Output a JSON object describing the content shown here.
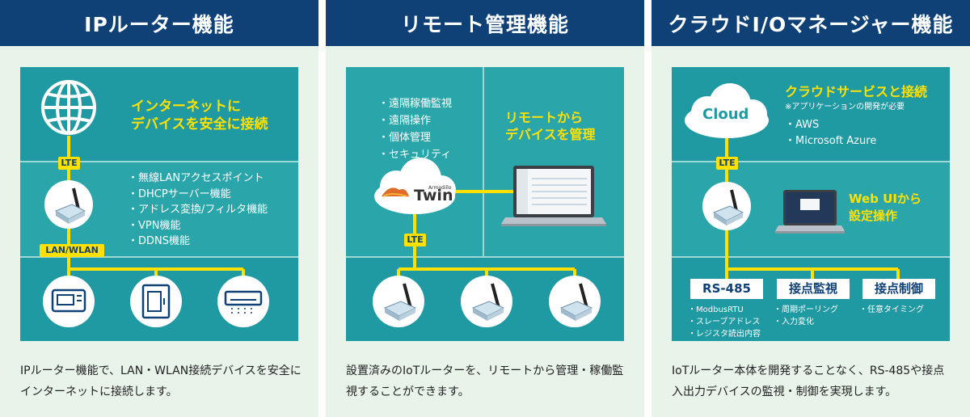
{
  "colors": {
    "header_bg": "#0f4176",
    "panel_bg": "#e8f3ea",
    "teal_dark": "#1f99a2",
    "teal_mid": "#2aa3a9",
    "accent_yellow": "#ffe100",
    "line_yellow": "#ffe100"
  },
  "panel1": {
    "title": "IPルーター機能",
    "heading_line1": "インターネットに",
    "heading_line2": "デバイスを安全に接続",
    "tag_lte": "LTE",
    "tag_lan": "LAN/WLAN",
    "features": [
      "・無線LANアクセスポイント",
      "・DHCPサーバー機能",
      "・アドレス変換/フィルタ機能",
      "・VPN機能",
      "・DDNS機能"
    ],
    "icons": [
      "globe-icon",
      "router-icon",
      "meter-device-icon",
      "cabinet-device-icon",
      "air-conditioner-icon"
    ],
    "description": "IPルーター機能で、LAN・WLAN接続デバイスを安全にインターネットに接続します。"
  },
  "panel2": {
    "title": "リモート管理機能",
    "features": [
      "・遠隔稼働監視",
      "・遠隔操作",
      "・個体管理",
      "・セキュリティ"
    ],
    "cloud_small": "Armadillo",
    "cloud_label": "Twin",
    "heading_line1": "リモートから",
    "heading_line2": "デバイスを管理",
    "tag_lte": "LTE",
    "icons": [
      "cloud-icon",
      "laptop-icon",
      "router-icon"
    ],
    "description": "設置済みのIoTルーターを、リモートから管理・稼働監視することができます。"
  },
  "panel3": {
    "title": "クラウドI/Oマネージャー機能",
    "cloud_label": "Cloud",
    "heading": "クラウドサービスと接続",
    "note": "※アプリケーションの開発が必要",
    "services": [
      "・AWS",
      "・Microsoft Azure"
    ],
    "tag_lte": "LTE",
    "webui_line1": "Web UIから",
    "webui_line2": "設定操作",
    "boxes": [
      {
        "label": "RS-485",
        "items": [
          "・ModbusRTU",
          "・スレーブアドレス",
          "・レジスタ読出内容"
        ]
      },
      {
        "label": "接点監視",
        "items": [
          "・周期ポーリング",
          "・入力変化"
        ]
      },
      {
        "label": "接点制御",
        "items": [
          "・任意タイミング"
        ]
      }
    ],
    "icons": [
      "cloud-icon",
      "router-icon",
      "laptop-icon"
    ],
    "description": "IoTルーター本体を開発することなく、RS-485や接点入出力デバイスの監視・制御を実現します。"
  }
}
